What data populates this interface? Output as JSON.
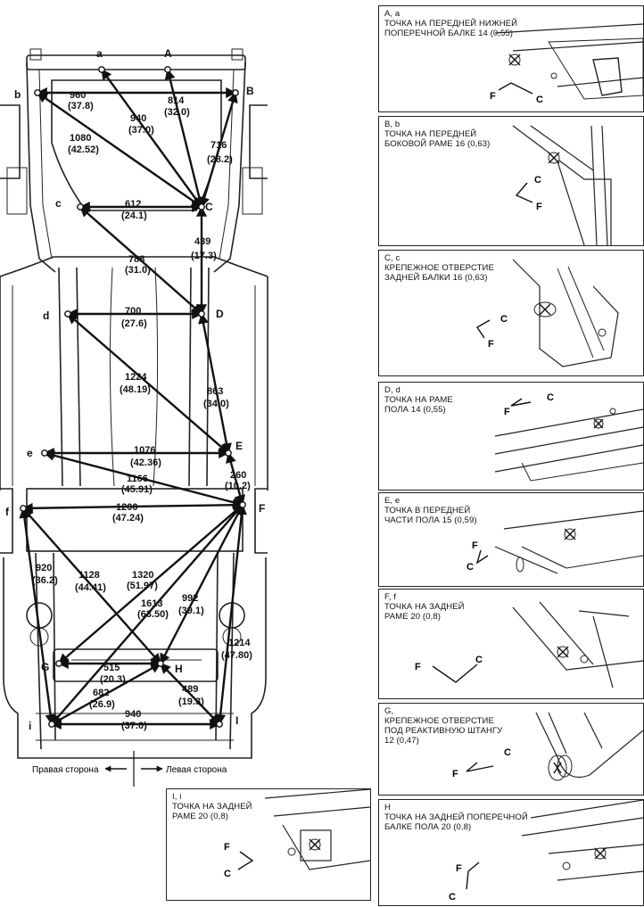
{
  "points": {
    "a": "a",
    "A": "A",
    "b": "b",
    "B": "B",
    "c": "c",
    "C": "C",
    "d": "d",
    "D": "D",
    "e": "e",
    "E": "E",
    "f": "f",
    "F": "F",
    "G": "G",
    "H": "H",
    "i": "i",
    "I": "I"
  },
  "measurements": [
    {
      "mm": "960",
      "in": "(37.8)"
    },
    {
      "mm": "940",
      "in": "(37.0)"
    },
    {
      "mm": "814",
      "in": "(32.0)"
    },
    {
      "mm": "1080",
      "in": "(42.52)"
    },
    {
      "mm": "716",
      "in": "(28.2)"
    },
    {
      "mm": "612",
      "in": "(24.1)"
    },
    {
      "mm": "439",
      "in": "(17.3)"
    },
    {
      "mm": "788",
      "in": "(31.0)"
    },
    {
      "mm": "700",
      "in": "(27.6)"
    },
    {
      "mm": "1224",
      "in": "(48.19)"
    },
    {
      "mm": "863",
      "in": "(34.0)"
    },
    {
      "mm": "1076",
      "in": "(42.36)"
    },
    {
      "mm": "260",
      "in": "(10.2)"
    },
    {
      "mm": "1166",
      "in": "(45.91)"
    },
    {
      "mm": "1200",
      "in": "(47.24)"
    },
    {
      "mm": "920",
      "in": "(36.2)"
    },
    {
      "mm": "1128",
      "in": "(44.41)"
    },
    {
      "mm": "1320",
      "in": "(51.97)"
    },
    {
      "mm": "1613",
      "in": "(63.50)"
    },
    {
      "mm": "992",
      "in": "(39.1)"
    },
    {
      "mm": "1214",
      "in": "(47.80)"
    },
    {
      "mm": "515",
      "in": "(20.3)"
    },
    {
      "mm": "682",
      "in": "(26.9)"
    },
    {
      "mm": "489",
      "in": "(19.3)"
    },
    {
      "mm": "940",
      "in": "(37.0)"
    }
  ],
  "legend": {
    "right": "Правая сторона",
    "left": "Левая сторона"
  },
  "detail_panels": [
    {
      "title": "A, a\nТОЧКА НА ПЕРЕДНЕЙ НИЖНЕЙ\nПОПЕРЕЧНОЙ БАЛКЕ 14 (0,55)",
      "f": "F",
      "c": "C"
    },
    {
      "title": "B, b\nТОЧКА НА ПЕРЕДНЕЙ\nБОКОВОЙ РАМЕ 16 (0,63)",
      "f": "F",
      "c": "C"
    },
    {
      "title": "C, c\nКРЕПЕЖНОЕ ОТВЕРСТИЕ\nЗАДНЕЙ БАЛКИ 16 (0,63)",
      "f": "F",
      "c": "C"
    },
    {
      "title": "D, d\nТОЧКА НА РАМЕ\nПОЛА 14 (0,55)",
      "f": "F",
      "c": "C"
    },
    {
      "title": "E, e\nТОЧКА В ПЕРЕДНЕЙ\nЧАСТИ ПОЛА 15 (0,59)",
      "f": "F",
      "c": "C"
    },
    {
      "title": "F, f\nТОЧКА НА ЗАДНЕЙ\nРАМЕ 20 (0,8)",
      "f": "F",
      "c": "C"
    },
    {
      "title": "G,\nКРЕПЕЖНОЕ ОТВЕРСТИЕ\nПОД РЕАКТИВНУЮ ШТАНГУ\n12 (0,47)",
      "f": "F",
      "c": "C"
    },
    {
      "title": "I, i\nТОЧКА НА ЗАДНЕЙ\nРАМЕ 20 (0,8)",
      "f": "F",
      "c": "C"
    },
    {
      "title": "H\nТОЧКА НА ЗАДНЕЙ ПОПЕРЕЧНОЙ\nБАЛКЕ ПОЛА 20 (0,8)",
      "f": "F",
      "c": "C"
    }
  ]
}
